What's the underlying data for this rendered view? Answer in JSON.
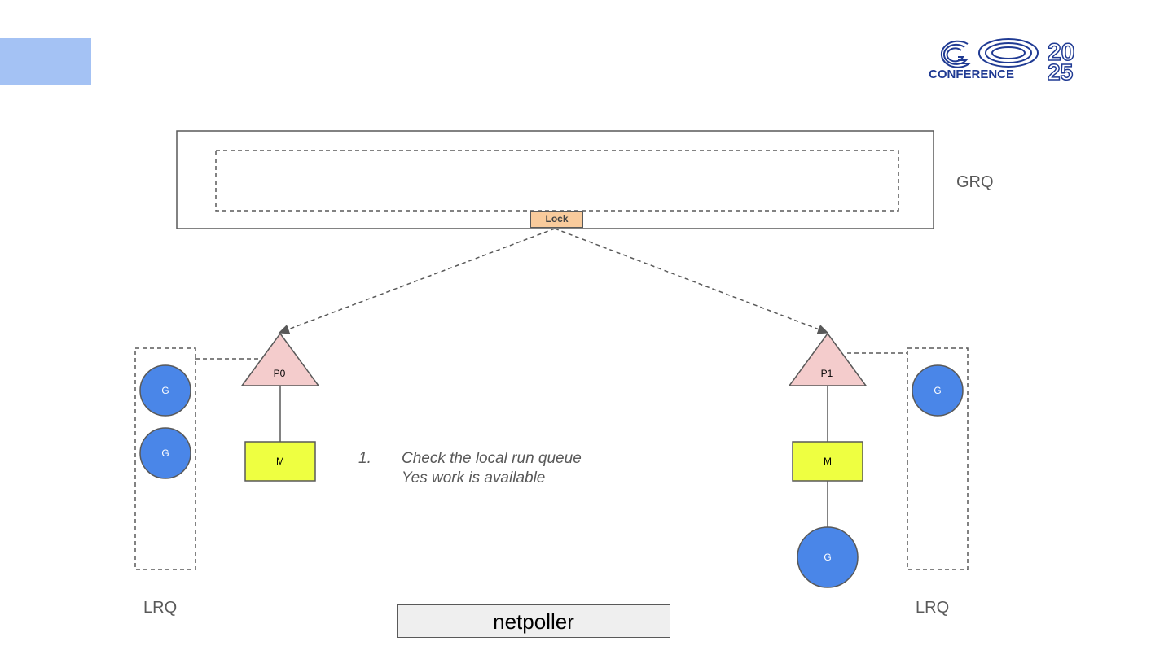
{
  "logo": {
    "wordmark": "GO",
    "subtitle": "CONFERENCE",
    "year_top": "20",
    "year_bottom": "25"
  },
  "grq": {
    "label": "GRQ",
    "lock_label": "Lock"
  },
  "processors": [
    {
      "label": "P0",
      "machine_label": "M"
    },
    {
      "label": "P1",
      "machine_label": "M"
    }
  ],
  "lrq_left": {
    "label": "LRQ",
    "goroutines": [
      "G",
      "G"
    ]
  },
  "lrq_right": {
    "label": "LRQ",
    "goroutines": [
      "G"
    ]
  },
  "running_goroutine": {
    "label": "G"
  },
  "step": {
    "number": "1.",
    "line1": "Check the local run queue",
    "line2": "Yes work is available"
  },
  "netpoller": {
    "label": "netpoller"
  },
  "colors": {
    "accent": "#a4c2f4",
    "processor_fill": "#f4cccc",
    "machine_fill": "#eeff41",
    "goroutine_fill": "#4a86e8",
    "lock_fill": "#f9cb9c",
    "logo_color": "#1f3a93",
    "line_color": "#595959"
  }
}
